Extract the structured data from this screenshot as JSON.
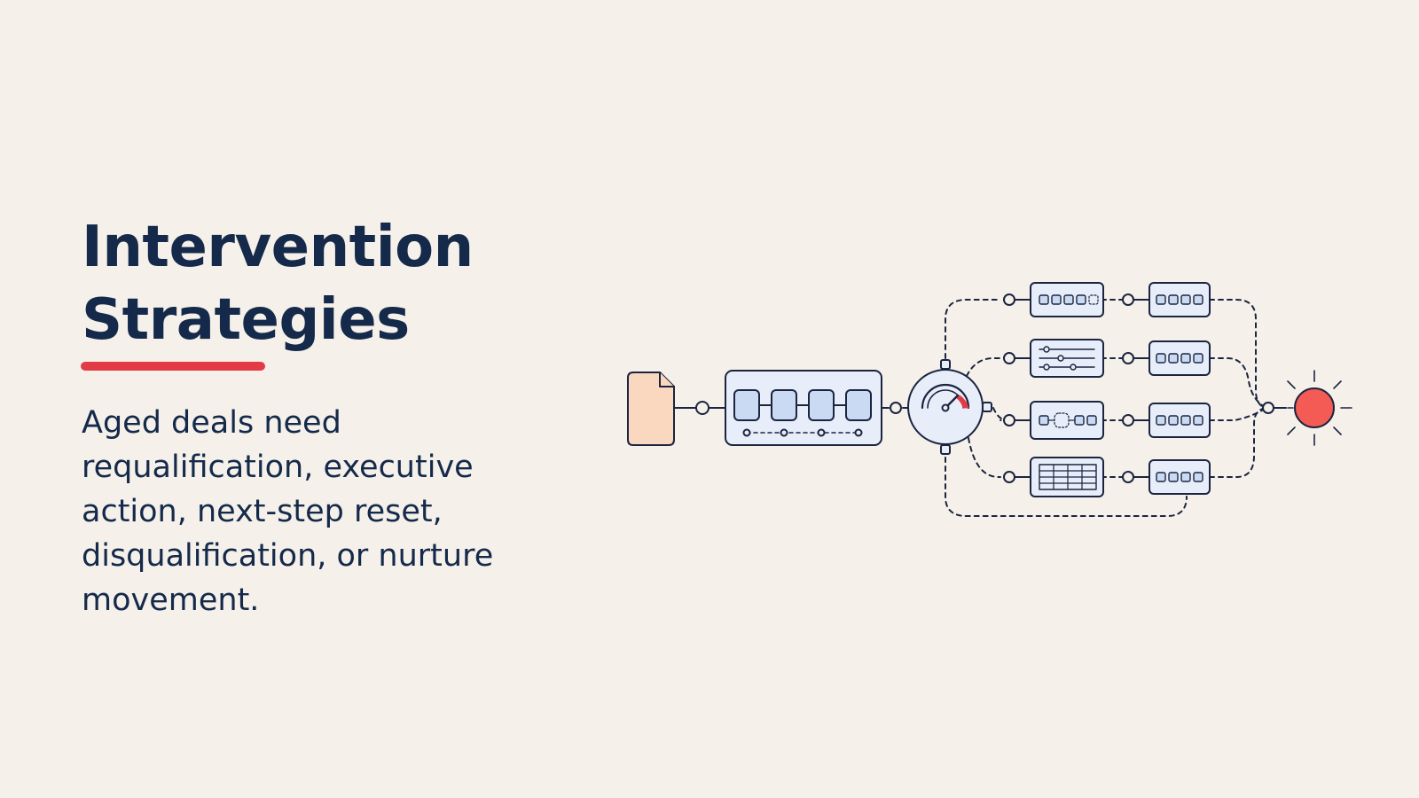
{
  "slide": {
    "title_line1": "Intervention",
    "title_line2": "Strategies",
    "body": "Aged deals need requalification, executive action, next-step reset, disqualification, or nurture movement."
  },
  "diagram": {
    "icons": [
      "document-icon",
      "pipeline-stages-icon",
      "gauge-icon",
      "branch-list-icon",
      "branch-sliders-icon",
      "branch-flow-icon",
      "branch-table-icon",
      "target-sun-icon"
    ]
  },
  "colors": {
    "background": "#F5F1EA",
    "title": "#152A4A",
    "accent": "#E23B46",
    "stroke": "#1B2440",
    "node_fill": "#E7EEF9",
    "node_inner": "#C9DAF2",
    "document_fill": "#F9D8BF",
    "target": "#F45B54"
  }
}
